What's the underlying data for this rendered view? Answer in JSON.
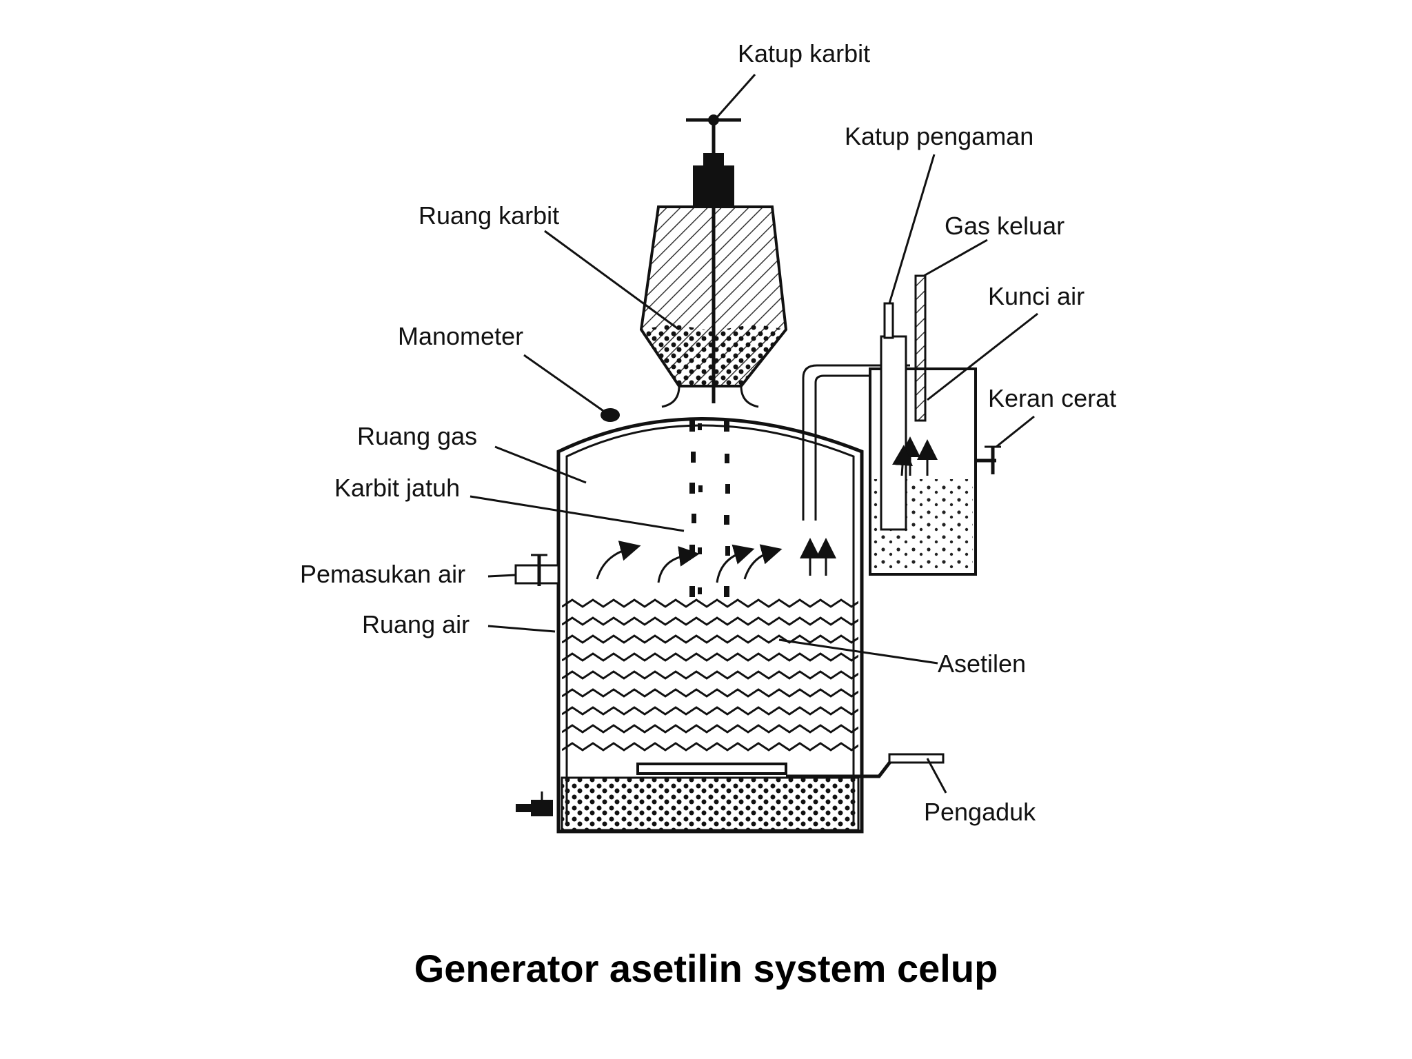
{
  "caption": "Generator asetilin system celup",
  "labels": {
    "katup_karbit": "Katup karbit",
    "katup_pengaman": "Katup pengaman",
    "ruang_karbit": "Ruang karbit",
    "gas_keluar": "Gas keluar",
    "kunci_air": "Kunci air",
    "manometer": "Manometer",
    "keran_cerat": "Keran cerat",
    "ruang_gas": "Ruang gas",
    "karbit_jatuh": "Karbit jatuh",
    "pemasukan_air": "Pemasukan air",
    "ruang_air": "Ruang air",
    "asetilen": "Asetilen",
    "pengaduk": "Pengaduk"
  }
}
